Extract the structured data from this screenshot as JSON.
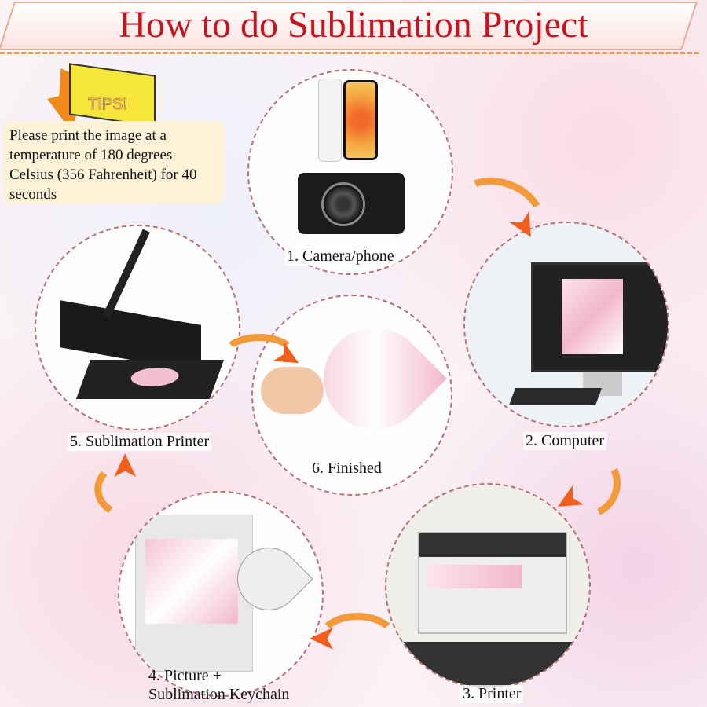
{
  "title": "How to do Sublimation Project",
  "tips": {
    "badge": "TIPS!",
    "text": "Please print the image at a temperature of 180 degrees Celsius (356 Fahrenheit) for 40 seconds"
  },
  "steps": [
    {
      "label": "1. Camera/phone"
    },
    {
      "label": "2. Computer"
    },
    {
      "label": "3. Printer"
    },
    {
      "label_line1": "4. Picture +",
      "label_line2": "Sublimation Keychain"
    },
    {
      "label": "5. Sublimation Printer"
    },
    {
      "label": "6. Finished"
    }
  ],
  "colors": {
    "title": "#c8141e",
    "arrow": "#f0601c",
    "tips_bg": "#fdf2d8"
  }
}
